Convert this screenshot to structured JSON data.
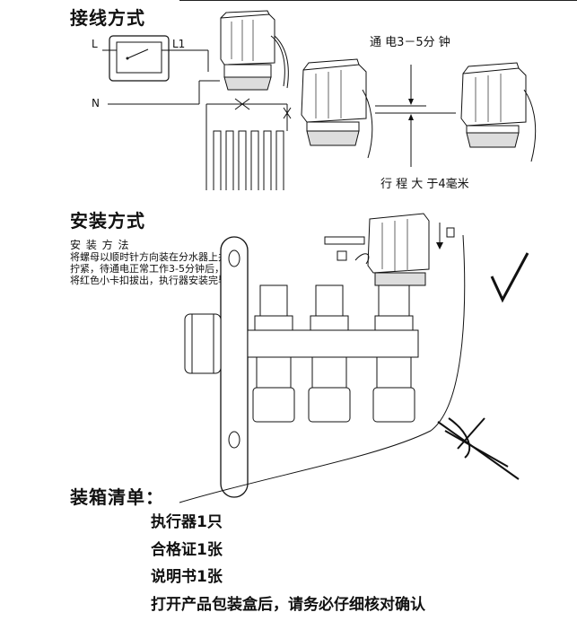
{
  "wiring": {
    "title": "接线方式",
    "label_L": "L",
    "label_L1": "L1",
    "label_N": "N",
    "power_note": "通 电3－5分 钟",
    "stroke_note": "行 程 大 于4毫米"
  },
  "install": {
    "title": "安装方式",
    "method_title": "安 装 方 法",
    "method_text": "将螺母以顺时针方向装在分水器上并拧紧，待通电正常工作3-5分钟后， 将红色小卡扣拔出，执行器安装完毕"
  },
  "packing": {
    "title": "装箱清单：",
    "items": [
      "执行器1只",
      "合格证1张",
      "说明书1张",
      "打开产品包装盒后，请务必仔细核对确认"
    ]
  }
}
